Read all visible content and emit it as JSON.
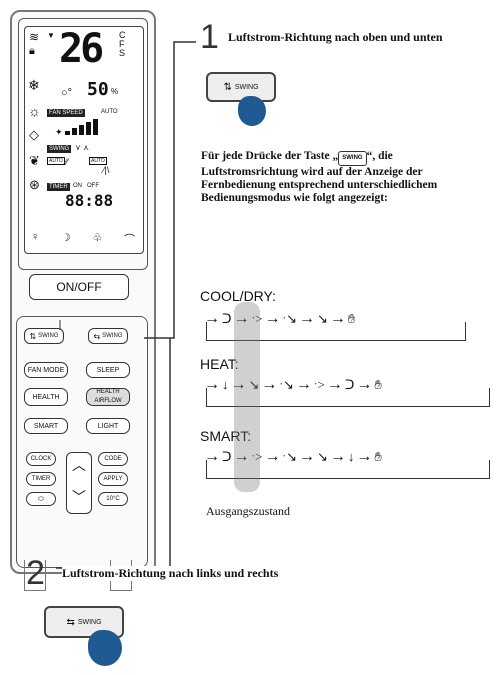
{
  "remote": {
    "temp": "26",
    "temp_units": [
      "C",
      "F",
      "S"
    ],
    "humidity": "50",
    "humidity_unit": "%",
    "fan_speed_label": "FAN SPEED",
    "fan_auto": "AUTO",
    "swing_label": "SWING",
    "swing_auto_1": "AUTO",
    "swing_auto_2": "AUTO",
    "timer_label": "TIMER",
    "timer_on": "ON",
    "timer_off": "OFF",
    "clock": "88:88",
    "buttons": {
      "on_off": "ON/OFF",
      "swing_vertical": "SWING",
      "swing_horizontal": "SWING",
      "fan_mode": "FAN MODE",
      "sleep": "SLEEP",
      "health": "HEALTH",
      "health_airflow": "HEALTH AIRFLOW",
      "smart": "SMART",
      "light": "LIGHT",
      "clock": "CLOCK",
      "code": "CODE",
      "timer": "TIMER",
      "apply": "APPLY",
      "ten_c": "10°C"
    }
  },
  "step1": {
    "number": "1",
    "title": "Luftstrom-Richtung nach oben und unten",
    "button_label": "SWING",
    "description_1": "Für jede Drücke der Taste „",
    "description_2": "“, die Luftstromsrichtung wird auf der Anzeige der Fernbedienung entsprechend unterschiedlichem Bedienungsmodus wie folgt angezeigt:",
    "inline_button_label": "SWING"
  },
  "modes": [
    {
      "label": "COOL/DRY:"
    },
    {
      "label": "HEAT:"
    },
    {
      "label": "SMART:"
    }
  ],
  "initial_state_label": "Ausgangszustand",
  "step2": {
    "number": "2",
    "title": "Luftstrom-Richtung nach links und rechts",
    "button_label": "SWING"
  }
}
